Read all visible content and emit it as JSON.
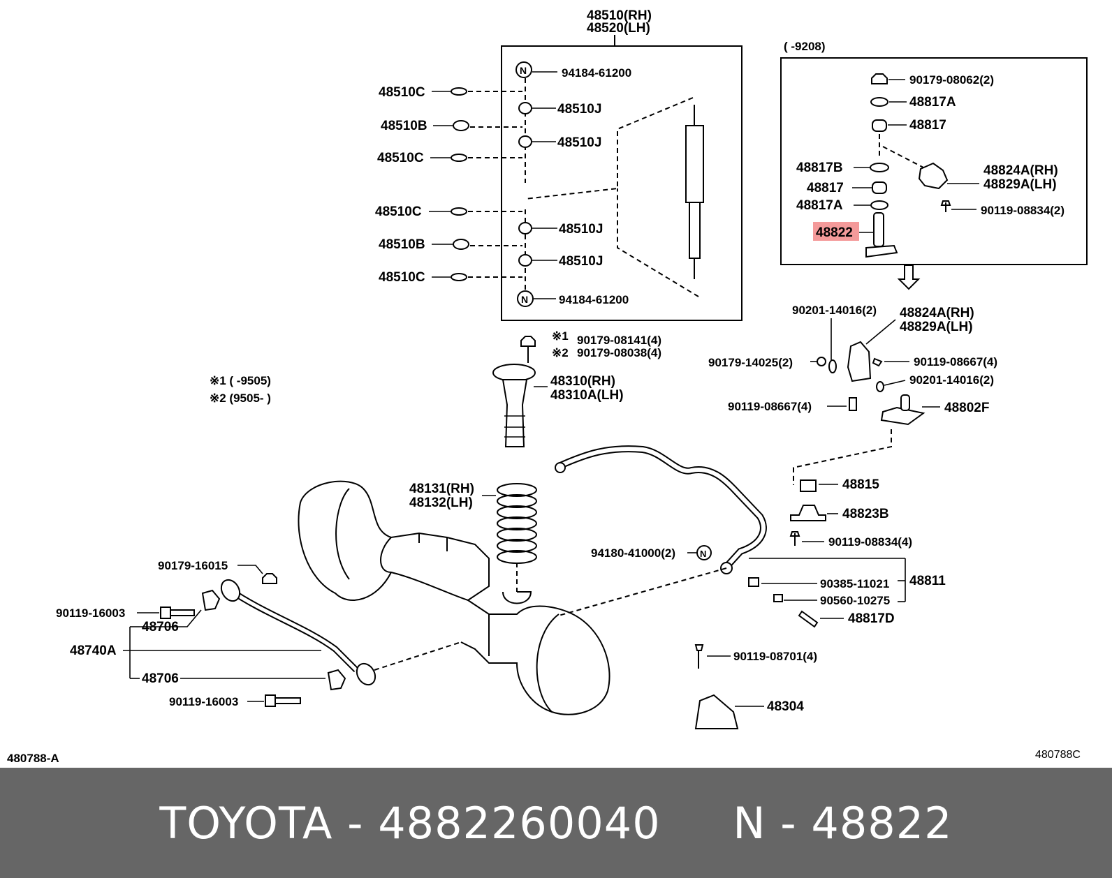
{
  "colors": {
    "highlight": "#f49a9a",
    "footer_bg": "#666666",
    "footer_text": "#ffffff"
  },
  "diagram": {
    "codes": {
      "left": "480788-A",
      "right": "480788C"
    },
    "notes": {
      "box2_range": "(      -9208)",
      "note1": "※1 (      -9505)",
      "note2": "※2 (9505-      )"
    },
    "labels": {
      "p48510": "48510(RH)",
      "p48520": "48520(LH)",
      "n94184a": "94184-61200",
      "n94184b": "94184-61200",
      "c1": "48510C",
      "b1": "48510B",
      "c2": "48510C",
      "c3": "48510C",
      "b2": "48510B",
      "c4": "48510C",
      "j1": "48510J",
      "j2": "48510J",
      "j3": "48510J",
      "j4": "48510J",
      "x1": "※1",
      "x2": "※2",
      "n08141": "90179-08141(4)",
      "n08038": "90179-08038(4)",
      "p48310": "48310(RH)",
      "p48310a": "48310A(LH)",
      "p48131": "48131(RH)",
      "p48132": "48132(LH)",
      "n08062": "90179-08062(2)",
      "a817a1": "48817A",
      "a817_1": "48817",
      "b817": "48817B",
      "a817_2": "48817",
      "a817a2": "48817A",
      "p48822": "48822",
      "p48824a": "48824A(RH)",
      "p48829a": "48829A(LH)",
      "n08834a": "90119-08834(2)",
      "n14016a": "90201-14016(2)",
      "p48824a2": "48824A(RH)",
      "p48829a2": "48829A(LH)",
      "n14025": "90179-14025(2)",
      "n08667a": "90119-08667(4)",
      "n14016b": "90201-14016(2)",
      "n08667b": "90119-08667(4)",
      "p48802f": "48802F",
      "p48815": "48815",
      "p48823b": "48823B",
      "n08834b": "90119-08834(4)",
      "n41000": "94180-41000(2)",
      "p48811": "48811",
      "n11021": "90385-11021",
      "n10275": "90560-10275",
      "p48817d": "48817D",
      "n08701": "90119-08701(4)",
      "p48304": "48304",
      "n16015": "90179-16015",
      "n16003a": "90119-16003",
      "p48706a": "48706",
      "p48740a": "48740A",
      "p48706b": "48706",
      "n16003b": "90119-16003"
    }
  },
  "footer": {
    "text": "TOYOTA - 4882260040     N - 48822"
  }
}
